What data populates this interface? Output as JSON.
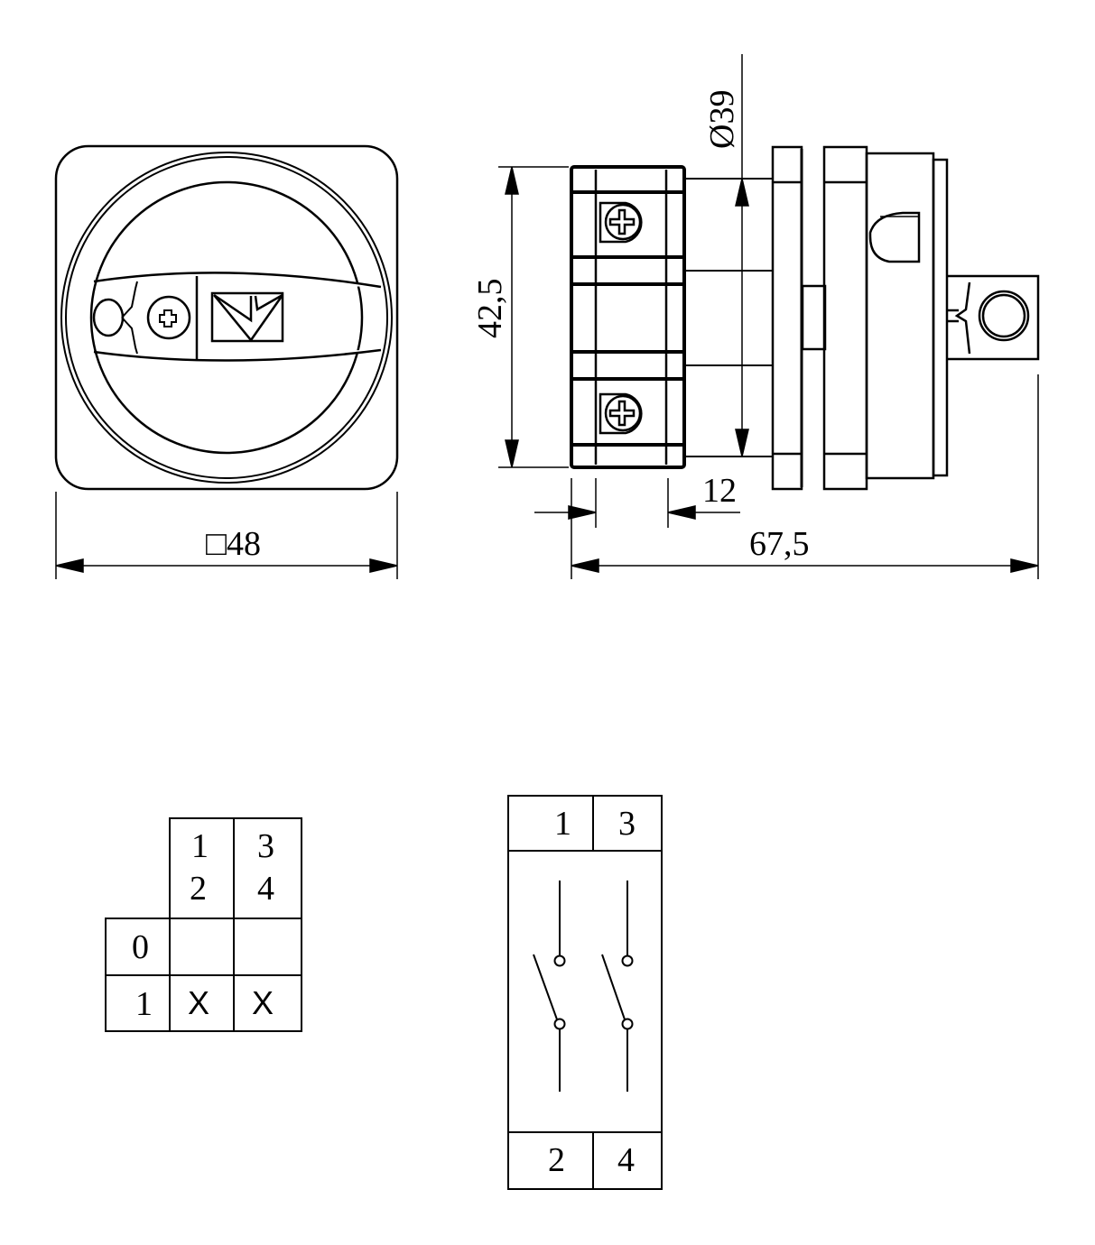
{
  "front_view": {
    "width_dim": "□48"
  },
  "side_view": {
    "height_dim": "42,5",
    "diameter_dim": "Ø39",
    "mount_dim": "12",
    "length_dim": "67,5"
  },
  "switching_table": {
    "columns": [
      [
        "1",
        "2"
      ],
      [
        "3",
        "4"
      ]
    ],
    "rows": [
      {
        "position": "0",
        "cells": [
          "",
          ""
        ]
      },
      {
        "position": "1",
        "cells": [
          "X",
          "X"
        ]
      }
    ]
  },
  "schematic": {
    "top_terminals": [
      "1",
      "3"
    ],
    "bottom_terminals": [
      "2",
      "4"
    ]
  },
  "colors": {
    "line": "#000000",
    "background": "#ffffff"
  }
}
